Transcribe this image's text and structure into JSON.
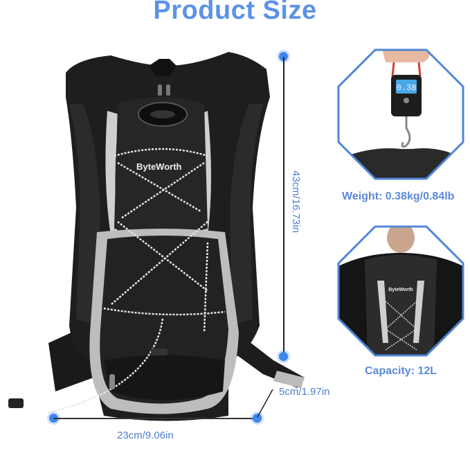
{
  "header": {
    "title": "Product Size"
  },
  "product": {
    "brand": "ByteWorth",
    "type": "hydration backpack"
  },
  "dimensions": {
    "height": "43cm/16.73in",
    "width": "23cm/9.06in",
    "depth": "5cm/1.97in"
  },
  "panels": [
    {
      "label": "Weight: 0.38kg/0.84lb",
      "scale_reading": "0.38"
    },
    {
      "label": "Capacity: 12L",
      "brand": "ByteWorth"
    }
  ],
  "colors": {
    "accent": "#5b93e6",
    "dot": "#3f86ef",
    "frame": "#4f86d8"
  }
}
